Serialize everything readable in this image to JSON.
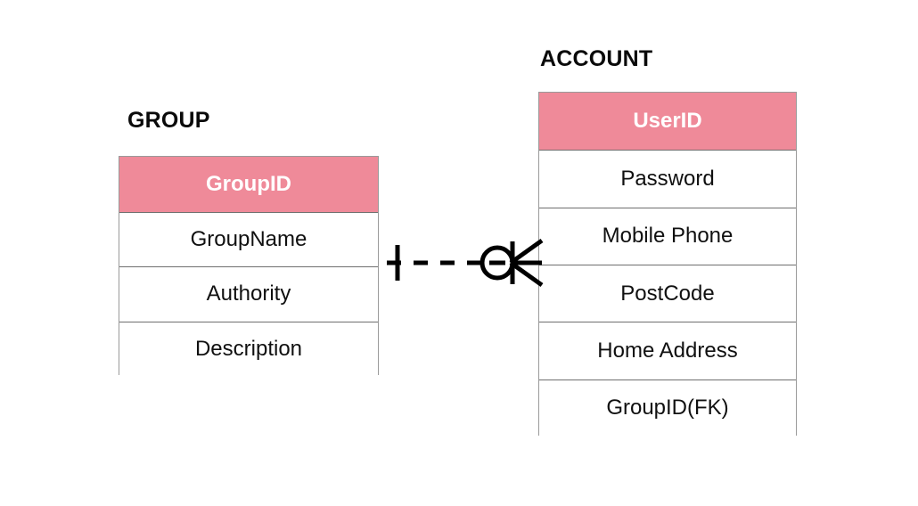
{
  "diagram": {
    "type": "entity-relationship-diagram",
    "notation": "crows-foot",
    "background_color": "#ffffff",
    "key_header_color": "#ef8a99",
    "key_header_text_color": "#ffffff",
    "border_color": "#9a9a9a",
    "divider_color": "#6f6f6f",
    "line_color": "#000000"
  },
  "entities": [
    {
      "name": "group-entity",
      "title": "GROUP",
      "attributes": [
        {
          "label": "GroupID",
          "is_key": true
        },
        {
          "label": "GroupName",
          "is_key": false
        },
        {
          "label": "Authority",
          "is_key": false
        },
        {
          "label": "Description",
          "is_key": false
        }
      ]
    },
    {
      "name": "account-entity",
      "title": "ACCOUNT",
      "attributes": [
        {
          "label": "UserID",
          "is_key": true
        },
        {
          "label": "Password",
          "is_key": false
        },
        {
          "label": "Mobile Phone",
          "is_key": false
        },
        {
          "label": "PostCode",
          "is_key": false
        },
        {
          "label": "Home Address",
          "is_key": false
        },
        {
          "label": "GroupID(FK)",
          "is_key": false
        }
      ]
    }
  ],
  "relationship": {
    "name": "group-to-account-relationship",
    "from_entity": "GROUP",
    "to_entity": "ACCOUNT",
    "line_style": "dashed",
    "from_cardinality": "one",
    "from_symbol": "one-bar-icon",
    "to_cardinality": "zero-or-many",
    "to_symbol": "crows-foot-zero-or-many-icon"
  }
}
